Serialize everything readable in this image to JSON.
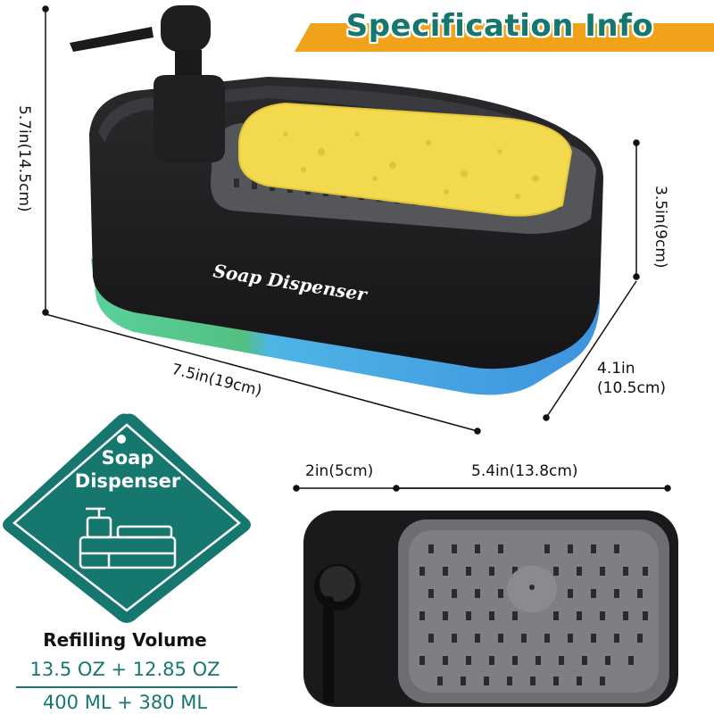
{
  "banner": {
    "title": "Specification Info"
  },
  "dimensions": {
    "height": "5.7in(14.5cm)",
    "depth": "3.5in(9cm)",
    "width": "7.5in(19cm)",
    "length_line1": "4.1in",
    "length_line2": "(10.5cm)",
    "top_left_segment": "2in(5cm)",
    "top_right_segment": "5.4in(13.8cm)"
  },
  "product": {
    "label": "Soap Dispenser"
  },
  "badge": {
    "line1": "Soap",
    "line2": "Dispenser"
  },
  "refill": {
    "title": "Refilling Volume",
    "oz": "13.5 OZ + 12.85 OZ",
    "ml": "400 ML + 380 ML"
  },
  "colors": {
    "brand_teal": "#16776f",
    "banner_orange": "#f0a21a",
    "body_black": "#1b1b1d",
    "sponge_yellow": "#f2d94e",
    "tray_gray": "#6d6e72"
  },
  "icons": [
    "soap-pump-icon",
    "pin-hole-icon"
  ]
}
